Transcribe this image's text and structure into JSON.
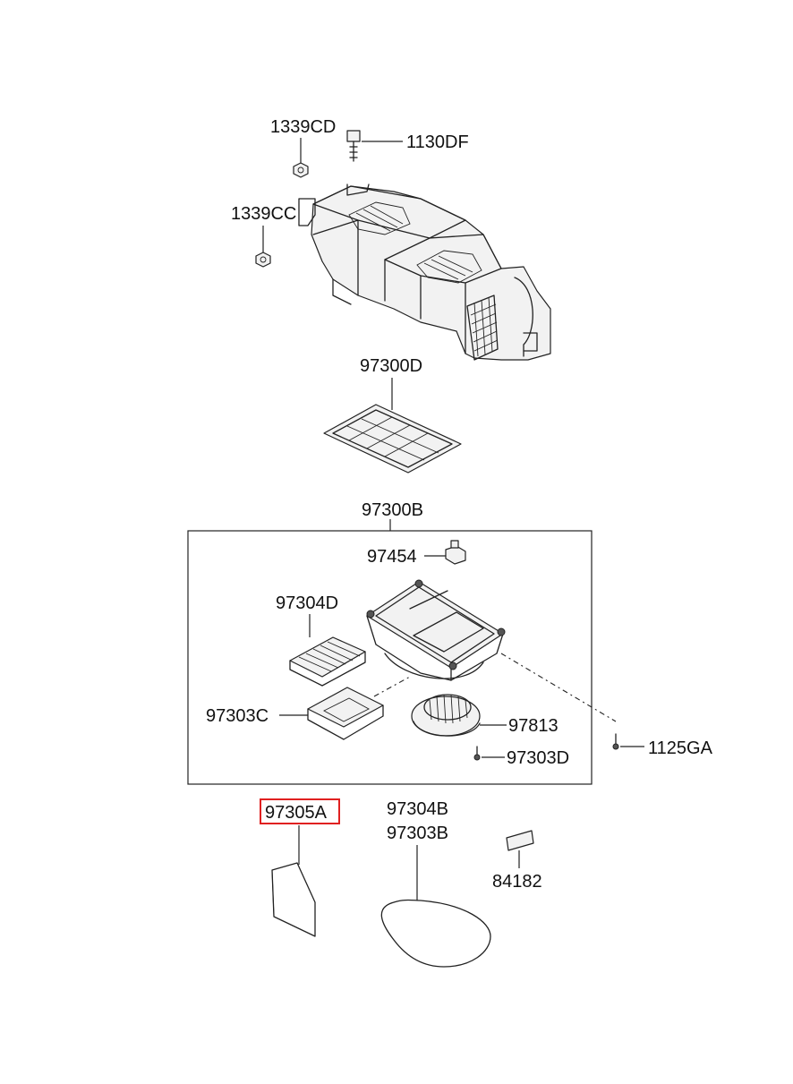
{
  "labels": {
    "p1339CD": "1339CD",
    "p1130DF": "1130DF",
    "p1339CC": "1339CC",
    "p97300D": "97300D",
    "p97300B": "97300B",
    "p97454": "97454",
    "p97304D": "97304D",
    "p97303C": "97303C",
    "p97813": "97813",
    "p97303D": "97303D",
    "p1125GA": "1125GA",
    "p97305A": "97305A",
    "p97304B": "97304B",
    "p97303B": "97303B",
    "p84182": "84182"
  },
  "highlight": {
    "part": "97305A",
    "color": "#e02020"
  }
}
